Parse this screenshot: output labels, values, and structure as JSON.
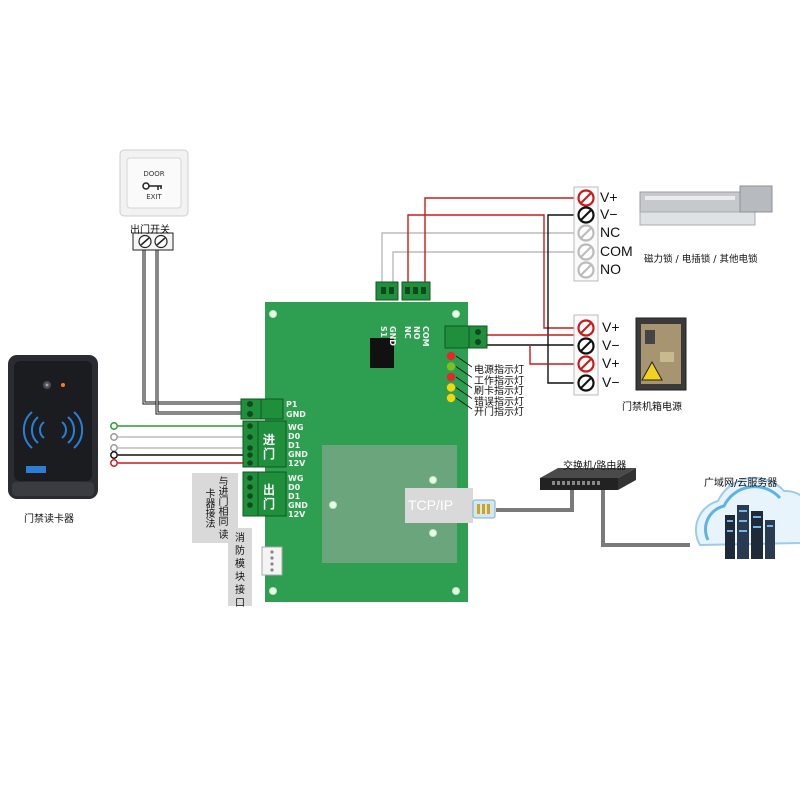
{
  "exit_button": {
    "label": "出门开关",
    "faceplate_top": "DOOR",
    "faceplate_bottom": "EXIT"
  },
  "card_reader": {
    "label": "门禁读卡器"
  },
  "lock": {
    "label": "磁力锁 / 电插锁 / 其他电锁",
    "terminals": [
      "V+",
      "V−",
      "NC",
      "COM",
      "NO"
    ]
  },
  "power_supply": {
    "label": "门禁机箱电源",
    "terminals": [
      "V+",
      "V−",
      "V+",
      "V−"
    ]
  },
  "board": {
    "relay_labels": [
      "S1",
      "GND",
      "NC",
      "NO",
      "COM"
    ],
    "p1_labels": [
      "P1",
      "GND"
    ],
    "in_pins": [
      "WG",
      "D0",
      "D1",
      "GND",
      "12V"
    ],
    "in_label": "进门",
    "out_pins": [
      "WG",
      "D0",
      "D1",
      "GND",
      "12V"
    ],
    "out_label": "出门",
    "tcpip": "TCP/IP"
  },
  "leds": [
    {
      "label": "电源指示灯",
      "color": "#e8262a"
    },
    {
      "label": "工作指示灯",
      "color": "#7ac21f"
    },
    {
      "label": "刷卡指示灯",
      "color": "#e8262a"
    },
    {
      "label": "错误指示灯",
      "color": "#f4d60c"
    },
    {
      "label": "开门指示灯",
      "color": "#f4d60c"
    }
  ],
  "note_reader": "与进门相同 读卡器接法",
  "note_fire": "消防模块接口",
  "switch": {
    "label": "交换机/路由器"
  },
  "cloud": {
    "label": "广域网/云服务器"
  },
  "colors": {
    "board": "#2e9e50",
    "board_dark": "#27884a",
    "board_panel": "#6aa57c",
    "terminal_green": "#1f8f3c",
    "wire_red": "#cc1a1a",
    "wire_black": "#111111",
    "wire_grey": "#bbbbbb",
    "wire_green": "#2a9a3a",
    "cable_grey": "#7a7a7a"
  }
}
